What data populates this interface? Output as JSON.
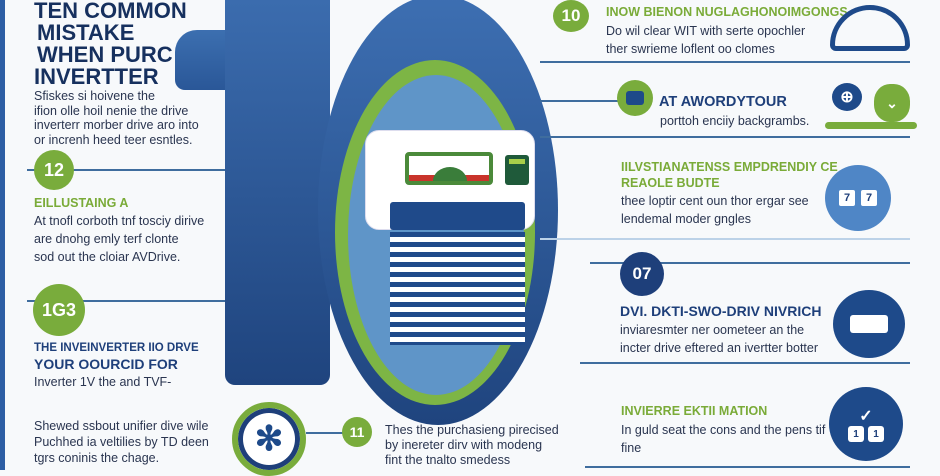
{
  "title": [
    "TEN COMMON",
    "MISTAKE",
    "WHEN PURC",
    "INVERTTER"
  ],
  "intro": [
    "Sfiskes si hoivene the",
    "ifion olle hoil nenie the drive",
    "inverterr morber drive aro into",
    "or increnh heed teer esntles."
  ],
  "left_items": [
    {
      "badge": "12",
      "heading": "EILLUSTAING A",
      "text": [
        "At tnofl corboth tnf tosciy dirive",
        "are dnohg emly terf clonte",
        "sod out the cloiar AVDrive."
      ]
    },
    {
      "badge": "1G3",
      "heading": "THE INVEINVERTER IIO DRVE",
      "subheading": "YOUR OOURCID FOR",
      "text": [
        "Inverter 1V  the and TVF-"
      ]
    },
    {
      "text": [
        "Shewed ssbout unifier dive wile",
        "Puchhed ia veltilies by TD deen",
        "tgrs coninis the chage."
      ]
    }
  ],
  "bottom_item": {
    "badge": "11",
    "text": [
      "Thes the purchasieng pirecised",
      "by inereter dirv with modeng",
      "fint the tnalto smedess"
    ]
  },
  "right_items": [
    {
      "badge": "10",
      "heading": "INOW BIENON NUGLAGHONOIMGONGS",
      "text": [
        "Do wil clear WIT with serte opochler",
        "ther swrieme loflent oo clomes"
      ],
      "icon": "vehicle-icon"
    },
    {
      "heading": "AT AWORDYTOUR",
      "text": [
        "porttoh enciiy backgrambs."
      ],
      "icon": "device-icon"
    },
    {
      "heading": "IILVSTIANATENSS EMPDRENDIY CE",
      "heading2": "REAOLE BUDTE",
      "text": [
        "thee loptir cent oun thor ergar see",
        "lendemal moder gngles"
      ],
      "icon": "battery-icon",
      "icon_labels": [
        "7",
        "7"
      ]
    },
    {
      "badge": "07",
      "heading": "DVI. DKTI-SWO-DRIV NIVRICH",
      "text": [
        "inviaresmter ner oometeer an the",
        "incter drive eftered an ivertter botter"
      ],
      "icon": "battery-pack-icon"
    },
    {
      "heading": "INVIERRE EKTII MATION",
      "text": [
        "In guld seat the cons and the pens tif",
        "fine"
      ],
      "icon": "check-battery-icon",
      "icon_labels": [
        "1",
        "1"
      ]
    }
  ],
  "colors": {
    "navy": "#1e3f7a",
    "blue": "#2d5ea4",
    "green": "#79ac3c"
  }
}
